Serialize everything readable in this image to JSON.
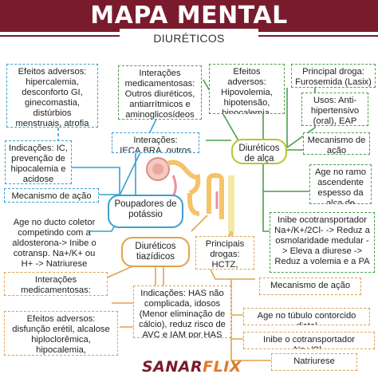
{
  "header": {
    "title": "MAPA MENTAL",
    "subtitle": "DIURÉTICOS"
  },
  "brand": {
    "part1": "SANAR",
    "part2": "FLIX"
  },
  "colors": {
    "maroon": "#7a1b2d",
    "blue": "#3a9fcf",
    "green": "#49a04a",
    "orange": "#e0a24c",
    "lime": "#b8c531"
  },
  "hubs": {
    "potassium": "Poupadores de potássio",
    "loop": "Diuréticos de alça",
    "thiazide": "Diuréticos tiazídicos"
  },
  "nodes": {
    "adverse_k": "Efeitos adversos: hipercalemia, desconforto GI, ginecomastia, distúrbios menstruais, atrofia testicular",
    "interactions_loop": "Interações medicamentosas: Outros diuréticos, antiarrítmicos e aminoglicosídeos",
    "adverse_loop": "Efeitos adversos: Hipovolemia, hipotensão, hipocalemia, alcalose",
    "drug_loop": "Principal droga: Furosemida (Lasix)",
    "uses_loop": "Usos: Anti-hipertensivo (oral), EAP (IV)",
    "interactions_k": "Interações: IECA,BRA, outros diuréticos",
    "indications_k": "Indicações: IC, prevenção de hipocalemia e acidose",
    "mechanism_loop_label": "Mecanismo de ação",
    "site_loop": "Age no ramo ascendente espesso da alça de Henle",
    "mechanism_k_label": "Mecanismo de ação",
    "mechanism_k": "Age no ducto coletor competindo com a aldosterona-> Inibe o cotransp. Na+/K+ ou H+ -> Natriurese",
    "action_loop": "Inibe ocotransportador Na+/K+/2Cl- -> Reduz a osmolaridade medular -> Eleva a diurese -> Reduz a volemia e a PA",
    "drugs_thz": "Principais drogas: HCTZ, clortalidona",
    "interactions_thz": "Interações medicamentosas: diuréticos de alça",
    "mechanism_thz_label": "Mecanismo de ação",
    "indications_thz": "Indicações: HAS não complicada, idosos (Menor eliminação de cálcio), reduz risco de AVC e IAM por HAS",
    "site_thz": "Age no túbulo contorcido distal",
    "adverse_thz": "Efeitos adversos: disfunção erétil, alcalose hiploclorêmica, hipocalemia, hipomagnesemia, hiperglicemia, hiperuricemia",
    "action_thz": "Inibe o cotransportador Na+/Cl-",
    "natriuresis_thz": "Natriurese"
  }
}
